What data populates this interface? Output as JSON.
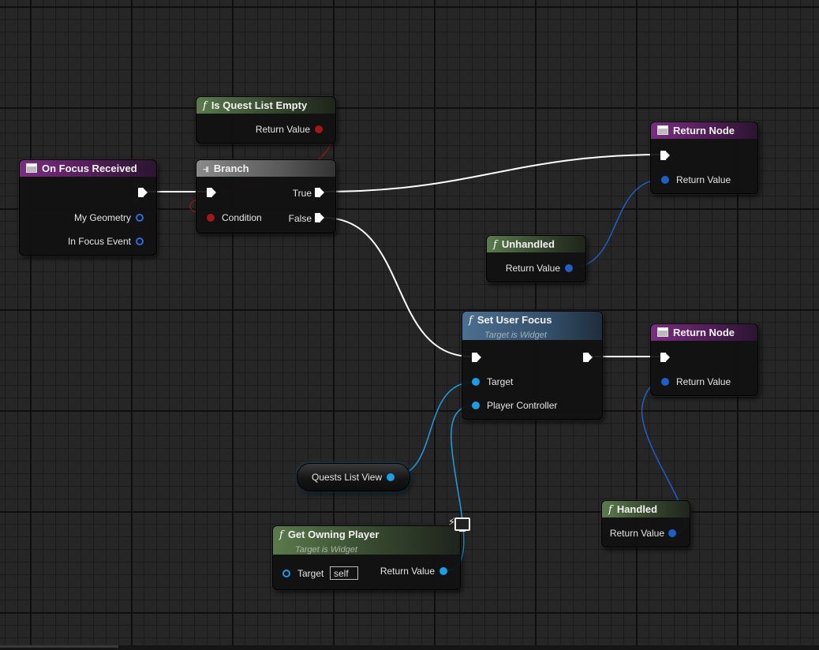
{
  "nodes": {
    "is_quest_list_empty": {
      "title": "Is Quest List Empty",
      "return_label": "Return Value"
    },
    "on_focus_received": {
      "title": "On Focus Received",
      "pin_geometry": "My Geometry",
      "pin_focus_event": "In Focus Event"
    },
    "branch": {
      "title": "Branch",
      "pin_condition": "Condition",
      "pin_true": "True",
      "pin_false": "False"
    },
    "return_node_1": {
      "title": "Return Node",
      "return_label": "Return Value"
    },
    "unhandled": {
      "title": "Unhandled",
      "return_label": "Return Value"
    },
    "set_user_focus": {
      "title": "Set User Focus",
      "subtitle": "Target is Widget",
      "pin_target": "Target",
      "pin_player_controller": "Player Controller"
    },
    "return_node_2": {
      "title": "Return Node",
      "return_label": "Return Value"
    },
    "quests_list_view": {
      "label": "Quests List View"
    },
    "get_owning_player": {
      "title": "Get Owning Player",
      "subtitle": "Target is Widget",
      "pin_target": "Target",
      "target_value": "self",
      "return_label": "Return Value"
    },
    "handled": {
      "title": "Handled",
      "return_label": "Return Value"
    }
  },
  "colors": {
    "exec_wire": "#ffffff",
    "object_wire": "#1a9fe6",
    "struct_wire": "#1f5fc8",
    "bool_wire": "#a3161a",
    "function_header": "#5a7a4c",
    "event_header": "#7a2d80",
    "branch_header": "#8a8a8a",
    "target_header": "#4d6f91"
  },
  "icons": {
    "function": "f",
    "event": "event-icon",
    "branch": "branch-icon",
    "server_client": "monitor-icon"
  }
}
